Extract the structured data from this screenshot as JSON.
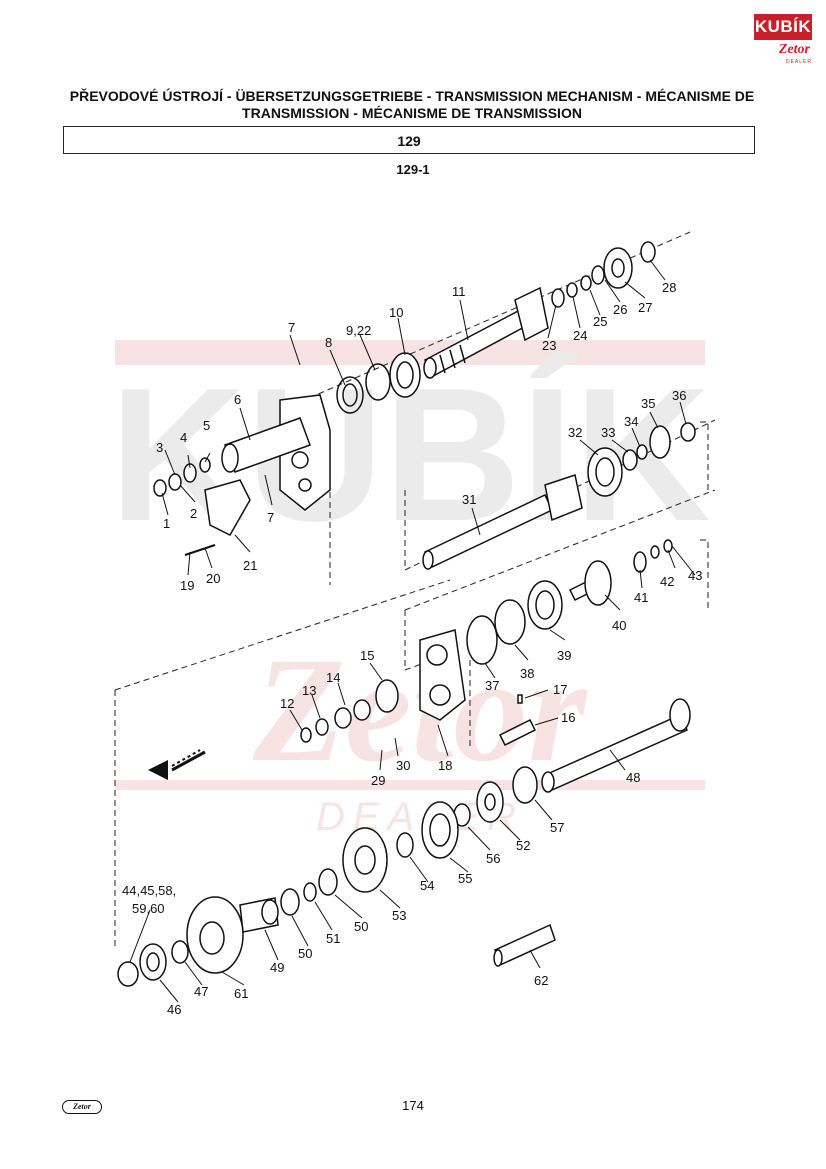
{
  "logo": {
    "brand": "KUBÍK",
    "sub": "Zetor",
    "dealer": "DEALER"
  },
  "header": {
    "title_line1": "PŘEVODOVÉ ÚSTROJÍ - ÜBERSETZUNGSGETRIEBE - TRANSMISSION MECHANISM - MÉCANISME DE",
    "title_line2": "TRANSMISSION - MÉCANISME DE TRANSMISSION",
    "section_number": "129",
    "figure_number": "129-1"
  },
  "watermark": {
    "brand": "KUBÍK",
    "script": "Zetor",
    "dealer": "DEALER"
  },
  "callouts": {
    "c1": "1",
    "c2": "2",
    "c3": "3",
    "c4": "4",
    "c5": "5",
    "c6": "6",
    "c7a": "7",
    "c7b": "7",
    "c8": "8",
    "c9_22": "9,22",
    "c10": "10",
    "c11": "11",
    "c12": "12",
    "c13": "13",
    "c14": "14",
    "c15": "15",
    "c16": "16",
    "c17": "17",
    "c18": "18",
    "c19": "19",
    "c20": "20",
    "c21": "21",
    "c23": "23",
    "c24": "24",
    "c25": "25",
    "c26": "26",
    "c27": "27",
    "c28": "28",
    "c29": "29",
    "c30": "30",
    "c31": "31",
    "c32": "32",
    "c33": "33",
    "c34": "34",
    "c35": "35",
    "c36": "36",
    "c37": "37",
    "c38": "38",
    "c39": "39",
    "c40": "40",
    "c41": "41",
    "c42": "42",
    "c43": "43",
    "c44": "44,45,58,",
    "c44b": "59,60",
    "c46": "46",
    "c47": "47",
    "c48": "48",
    "c49": "49",
    "c50a": "50",
    "c50b": "50",
    "c51": "51",
    "c52": "52",
    "c53": "53",
    "c54": "54",
    "c55": "55",
    "c56": "56",
    "c57": "57",
    "c61": "61",
    "c62": "62"
  },
  "footer": {
    "page_number": "174",
    "logo_text": "Zetor"
  }
}
